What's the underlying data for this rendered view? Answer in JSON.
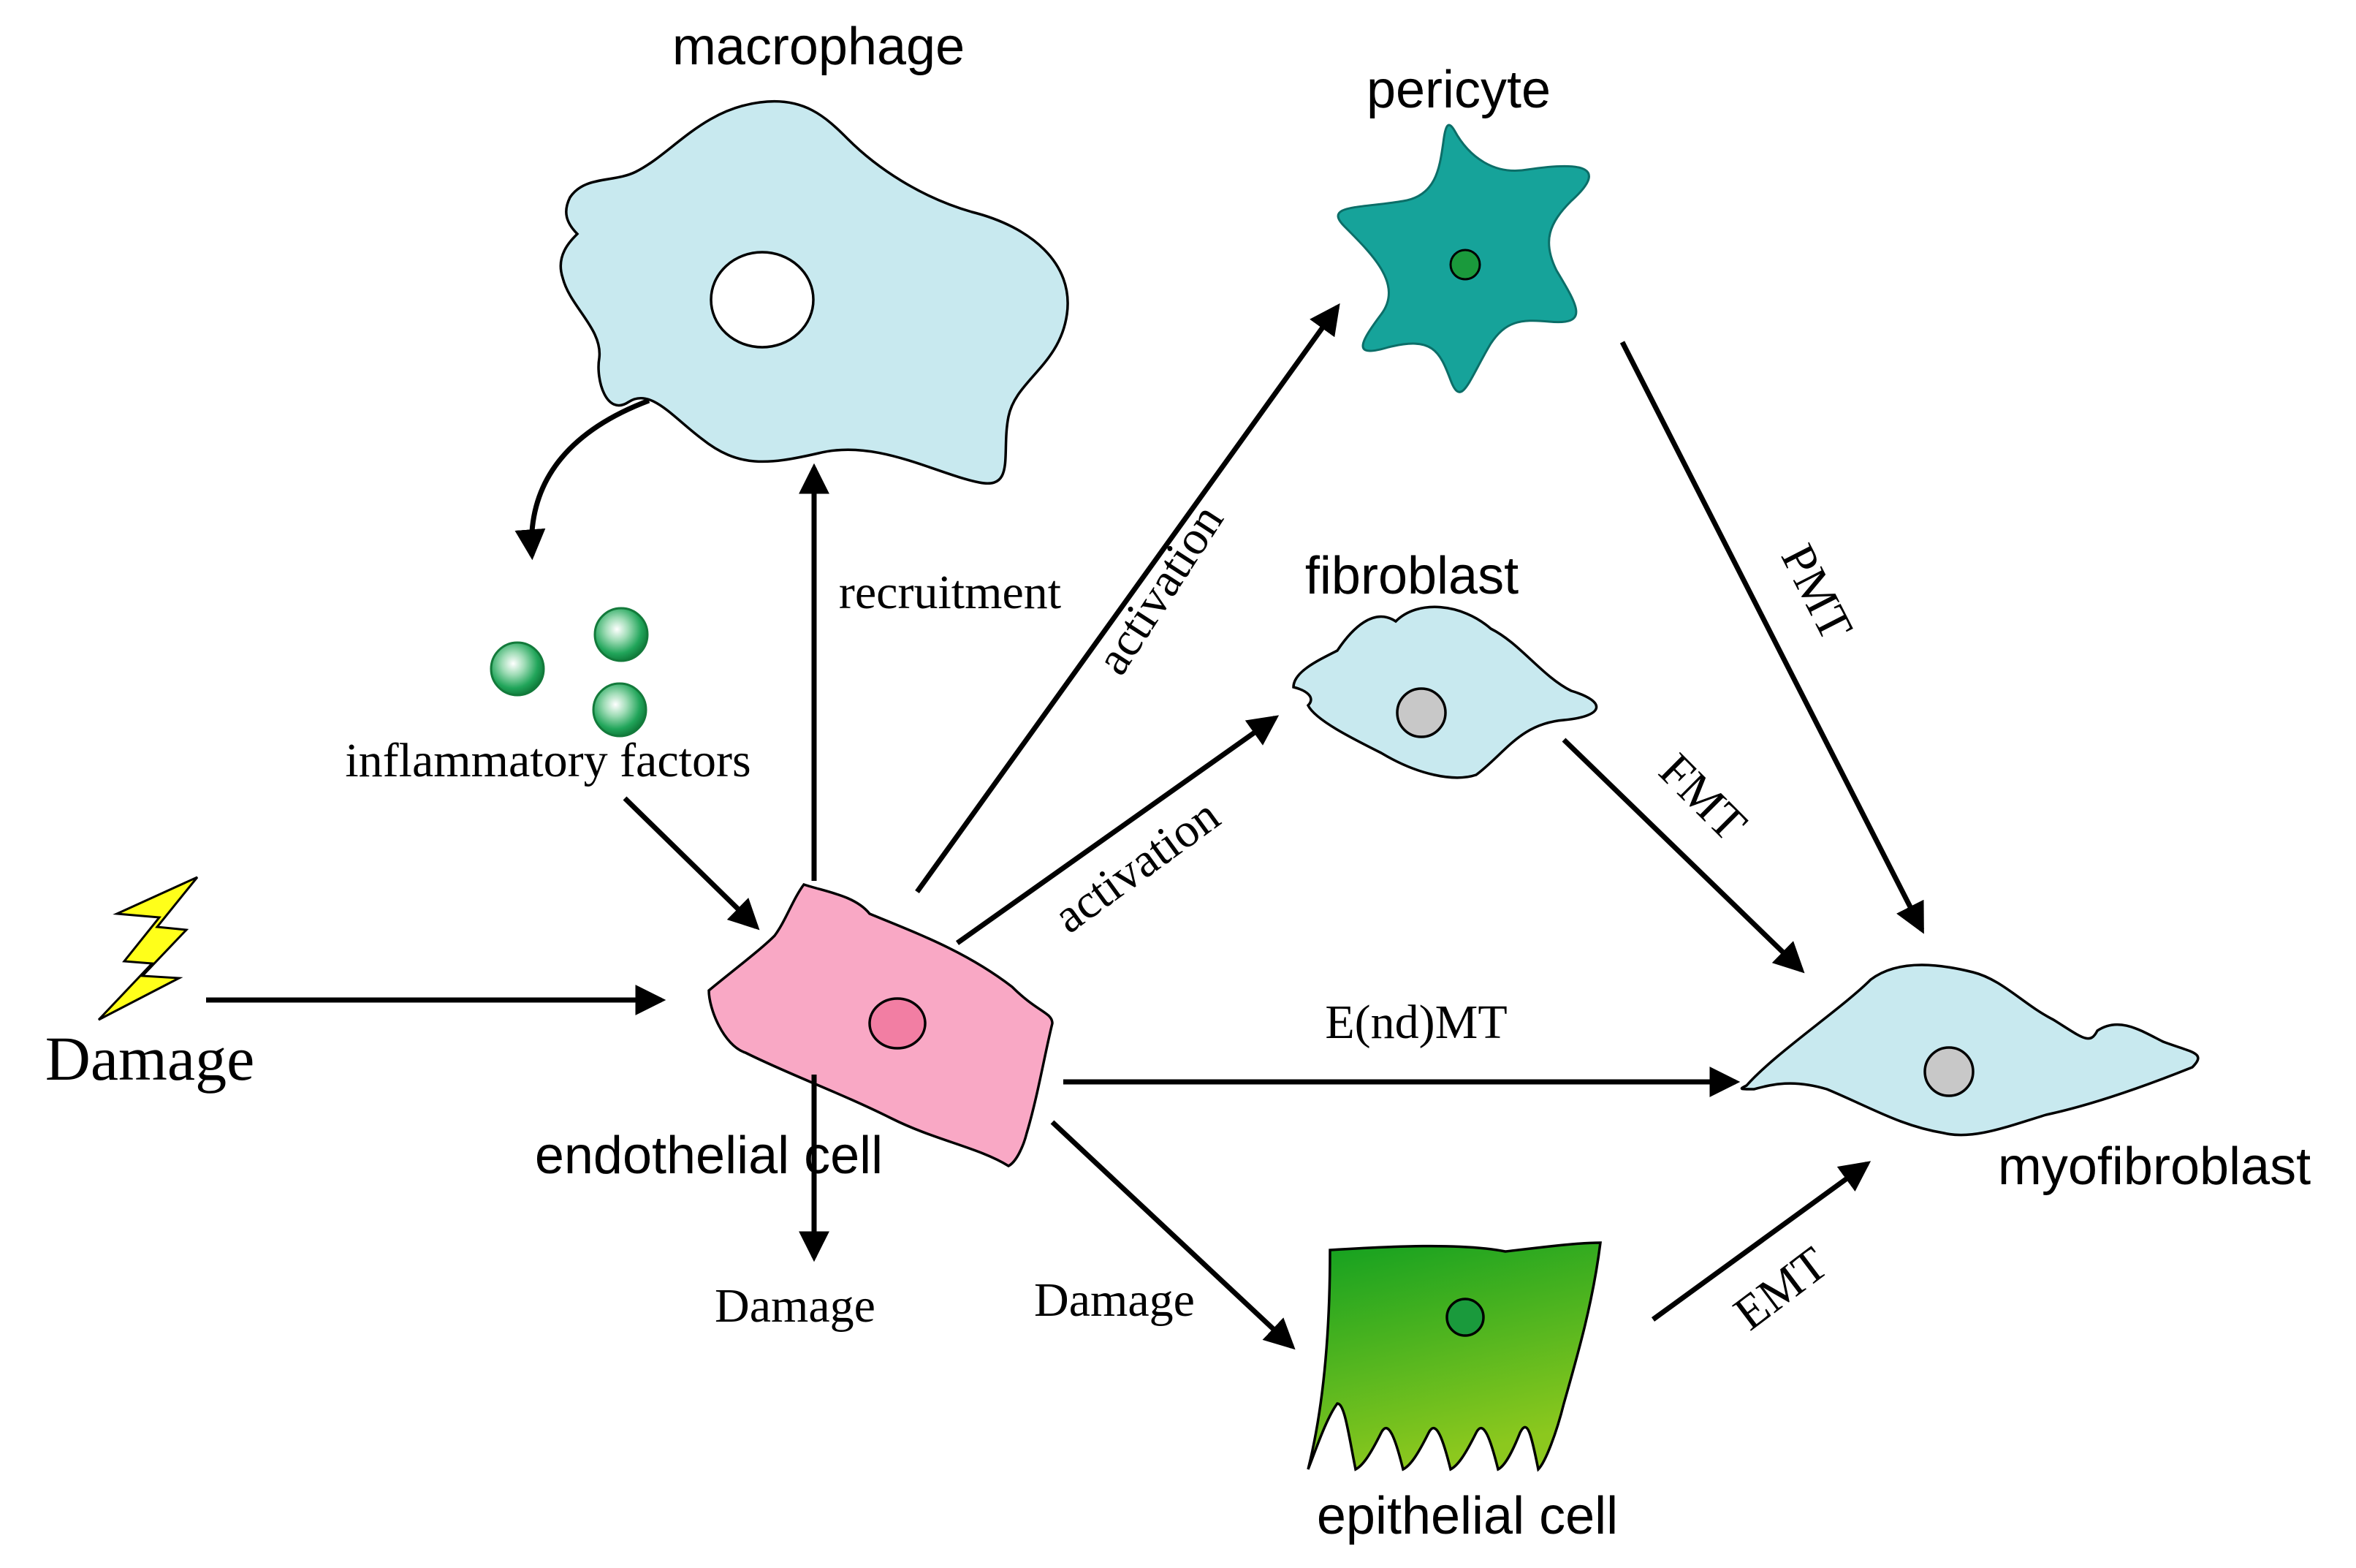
{
  "cells": {
    "macrophage": "macrophage",
    "pericyte": "pericyte",
    "fibroblast": "fibroblast",
    "endothelial": "endothelial cell",
    "myofibroblast": "myofibroblast",
    "epithelial": "epithelial cell",
    "inflammatory_factors": "inflammatory factors"
  },
  "inputs": {
    "damage_main": "Damage"
  },
  "edges": {
    "recruitment": "recruitment",
    "activation_pericyte": "activation",
    "activation_fibroblast": "activation",
    "pmt": "PMT",
    "fmt": "FMT",
    "endmt": "E(nd)MT",
    "emt": "EMT",
    "damage_down": "Damage",
    "damage_epithelial": "Damage"
  },
  "colors": {
    "macrophage": "#c8e9ef",
    "pericyte": "#16a39a",
    "fibroblast": "#c8e9ef",
    "endothelial": "#f9a8c5",
    "endothelial_nucleus": "#f27ea3",
    "myofibroblast": "#c8e9ef",
    "epithelial_top": "#1aa31a",
    "epithelial_bottom": "#7cc41c",
    "nucleus_gray": "#c8c8c8",
    "nucleus_green": "#1a9a3c",
    "lightning": "#ffff1a"
  }
}
